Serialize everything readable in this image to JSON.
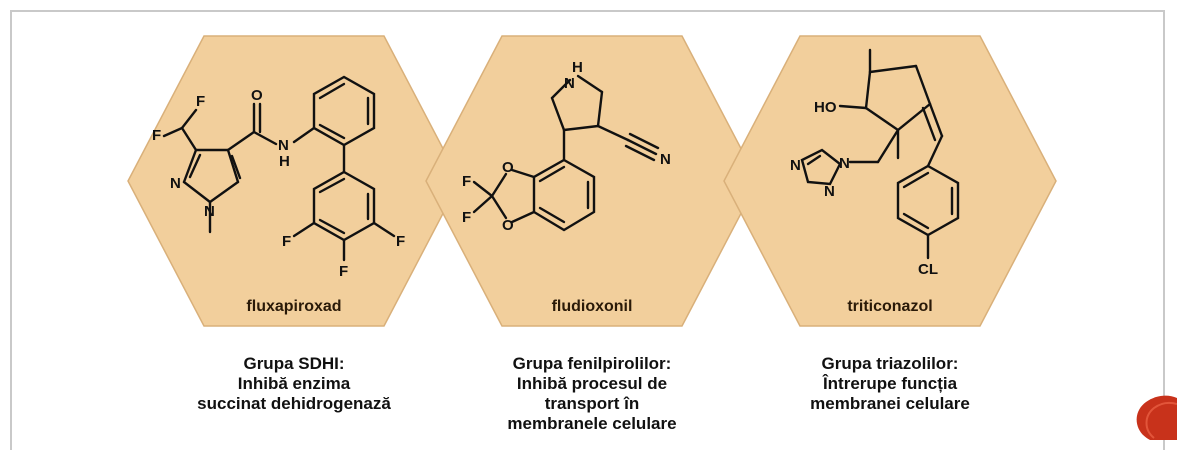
{
  "panels": [
    {
      "compound": "fluxapiroxad",
      "caption_lines": [
        "Grupa SDHI:",
        "Inhibă enzima",
        "succinat dehidrogenază"
      ]
    },
    {
      "compound": "fludioxonil",
      "caption_lines": [
        "Grupa fenilpirolilor:",
        "Inhibă procesul de",
        "transport în",
        "membranele celulare"
      ]
    },
    {
      "compound": "triticonazol",
      "caption_lines": [
        "Grupa triazolilor:",
        "Întrerupe funcția",
        "membranei celulare"
      ]
    }
  ],
  "atom_labels": {
    "F": "F",
    "O": "O",
    "N": "N",
    "H": "H",
    "HO": "HO",
    "CL": "CL"
  },
  "colors": {
    "hex_fill": "#f2cf9c",
    "hex_stroke": "#d9b07a",
    "frame": "#c9c9c9",
    "decor": "#c8321b"
  }
}
